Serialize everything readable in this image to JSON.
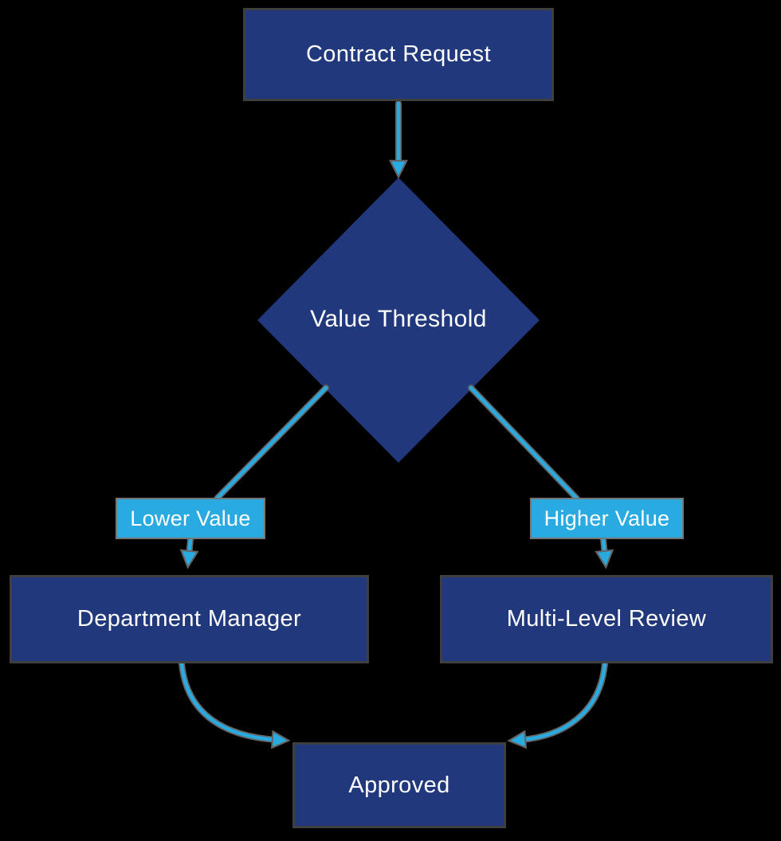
{
  "diagram": {
    "type": "flowchart",
    "nodes": [
      {
        "id": "contract_request",
        "label": "Contract Request",
        "shape": "rect"
      },
      {
        "id": "value_threshold",
        "label": "Value Threshold",
        "shape": "diamond"
      },
      {
        "id": "department_manager",
        "label": "Department Manager",
        "shape": "rect"
      },
      {
        "id": "multi_level_review",
        "label": "Multi-Level Review",
        "shape": "rect"
      },
      {
        "id": "approved",
        "label": "Approved",
        "shape": "rect"
      }
    ],
    "edges": [
      {
        "from": "contract_request",
        "to": "value_threshold",
        "label": ""
      },
      {
        "from": "value_threshold",
        "to": "department_manager",
        "label": "Lower Value"
      },
      {
        "from": "value_threshold",
        "to": "multi_level_review",
        "label": "Higher Value"
      },
      {
        "from": "department_manager",
        "to": "approved",
        "label": ""
      },
      {
        "from": "multi_level_review",
        "to": "approved",
        "label": ""
      }
    ],
    "colors": {
      "background": "#000000",
      "node_fill": "#21397C",
      "node_border": "#3F3F3F",
      "node_text": "#FFFFFF",
      "edge_stroke": "#29ABE2",
      "edge_halo": "#646464",
      "edge_label_bg": "#29ABE2",
      "edge_label_text": "#FFFFFF"
    }
  }
}
